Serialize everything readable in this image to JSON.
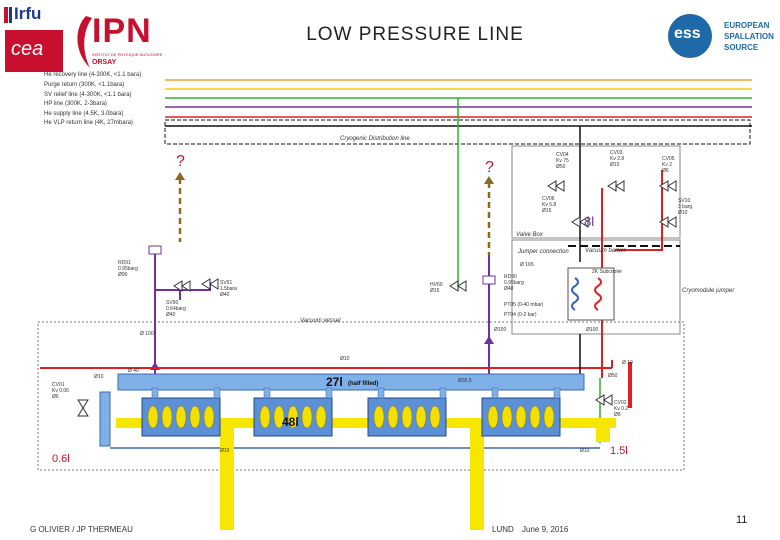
{
  "title": "LOW PRESSURE LINE",
  "logos": {
    "irfu": "Irfu",
    "cea": "cea",
    "ipn": "IPN",
    "ipn_sub1": "INSTITUT DE PHYSIQUE NUCLÉAIRE",
    "ipn_sub2": "ORSAY",
    "ess": "ess",
    "ess_text": [
      "EUROPEAN",
      "SPALLATION",
      "SOURCE"
    ]
  },
  "lines_legend": [
    {
      "label": "He recovery line (4-300K, <1.1 bara)",
      "color": "#f0a030"
    },
    {
      "label": "Purge return (300K, <1.1bara)",
      "color": "#f0d000"
    },
    {
      "label": "SV relief line (4-300K, <1.1 bara)",
      "color": "#30b030"
    },
    {
      "label": "HP line (300K, 2-3bara)",
      "color": "#7030a0"
    },
    {
      "label": "He supply line (4.5K, 3.0bara)",
      "color": "#e02020"
    },
    {
      "label": "He VLP return line (4K, 27mbara)",
      "color": "#111111"
    }
  ],
  "labels": {
    "cryo_line": "Cryogenic Distribution line",
    "q1": "?",
    "q2": "?",
    "valve_box": "Valve Box",
    "jumper_connection": "Jumper connection",
    "vacuum_barrier": "Vacuum barrier",
    "cryomodule_jumper": "Cryomodule jumper",
    "vacuum_vessel": "Vacuum vessel",
    "subcooler": "2K Subcooler",
    "vol_8l": "8l",
    "vol_27l": "27l",
    "half_filled": "(half filled)",
    "vol_48l": "48l",
    "vol_06l": "0.6l",
    "vol_15l": "1.5l",
    "cv04": "CV04\nKv 75\nØ50",
    "cv03": "CV03\nKv 2.8\nØ10",
    "cv05": "CV05\nKv 2\nØ6",
    "cv06": "CV06\nKv 5.8\nØ15",
    "sv10": "SV10\n3 barg\nØ10",
    "rd91": "RD91\n0.95barg\nØ90",
    "sv91": "SV91\n1.5bara\nØ40",
    "sv90": "SV90\n0.64barg\nØ40",
    "hv60": "HV60\nØ15",
    "rd90": "RD90\n0.95barg\nØ40",
    "pt05": "PT05 (0-40 mbar)",
    "pt04": "PT04 (0-2 bar)",
    "cv01": "CV01\nKv 0.06\nØ6",
    "cv02": "CV02\nKv 0.2\nØ8",
    "d100a": "Ø 100",
    "d100b": "Ø100",
    "d100c": "Ø100",
    "d10a": "Ø10",
    "d10b": "Ø10",
    "d10c": "Ø10",
    "d10d": "Ø10",
    "d10e": "Ø 10",
    "d50": "Ø50",
    "d355": "Ø35,5",
    "d40": "Ø 40",
    "d165": "Ø 165"
  },
  "footer": {
    "author": "G OLIVIER / JP THERMEAU",
    "place": "LUND",
    "date": "June 9, 2016",
    "page": "11"
  }
}
